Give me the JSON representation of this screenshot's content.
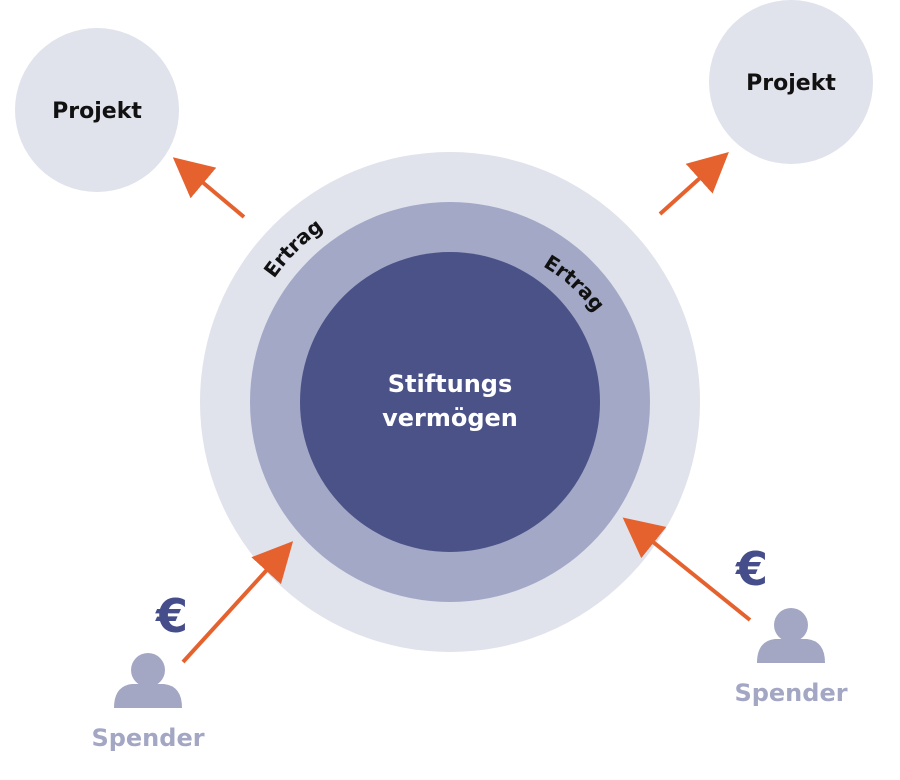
{
  "diagram": {
    "center": {
      "line1": "Stiftungs",
      "line2": "vermögen"
    },
    "ring_outer_label": "Ertrag",
    "ring_inner_label": "Ertrag",
    "projects": [
      {
        "label": "Projekt"
      },
      {
        "label": "Projekt"
      }
    ],
    "donors": [
      {
        "label": "Spender",
        "currency": "€"
      },
      {
        "label": "Spender",
        "currency": "€"
      }
    ]
  },
  "colors": {
    "outer_ring": "#e0e2ec",
    "middle_ring": "#a3a8c6",
    "core": "#4a5287",
    "project_circle": "#e0e2ec",
    "arrow": "#e5622e",
    "person_icon": "#a3a7c4",
    "currency": "#454d8a",
    "text_dark": "#111111",
    "text_light": "#ffffff",
    "text_muted": "#a3a7c4"
  }
}
